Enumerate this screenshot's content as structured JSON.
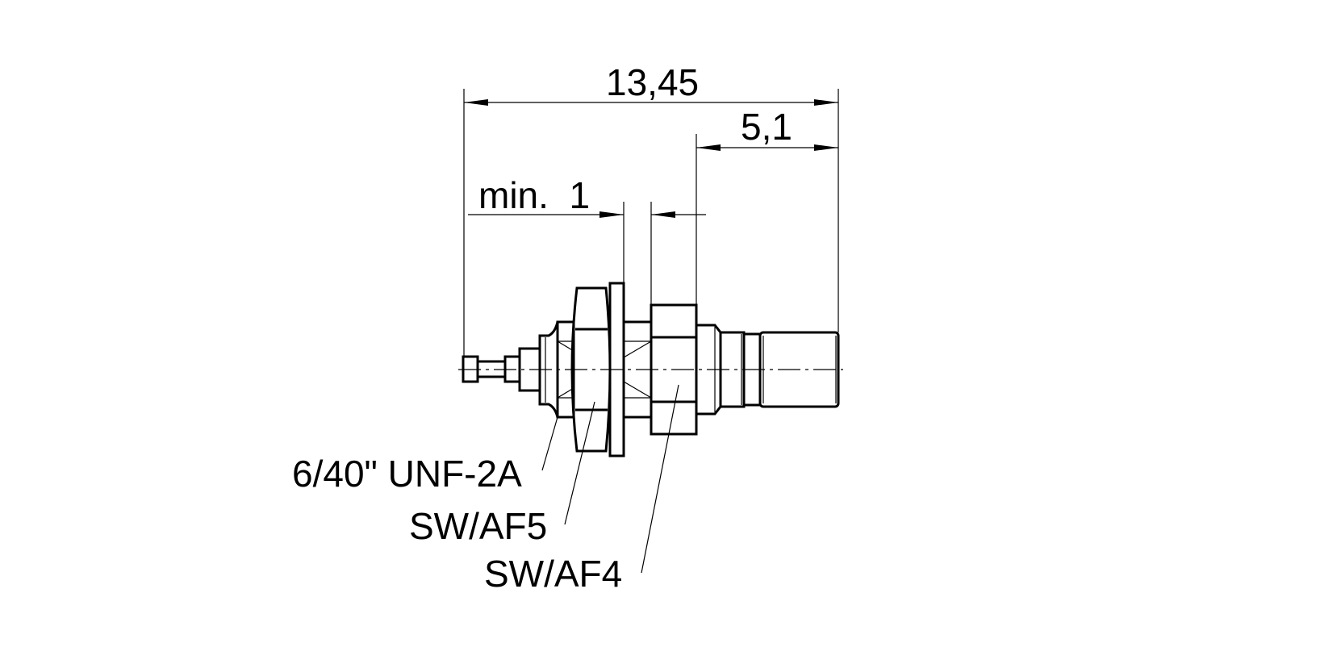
{
  "drawing": {
    "dimensions": {
      "overall_length": "13,45",
      "front_length": "5,1",
      "panel_thickness": "min.  1"
    },
    "callouts": {
      "thread": "6/40\" UNF-2A",
      "nut_af5": "SW/AF5",
      "nut_af4": "SW/AF4"
    },
    "line_color": "#000000",
    "background": "#ffffff"
  }
}
